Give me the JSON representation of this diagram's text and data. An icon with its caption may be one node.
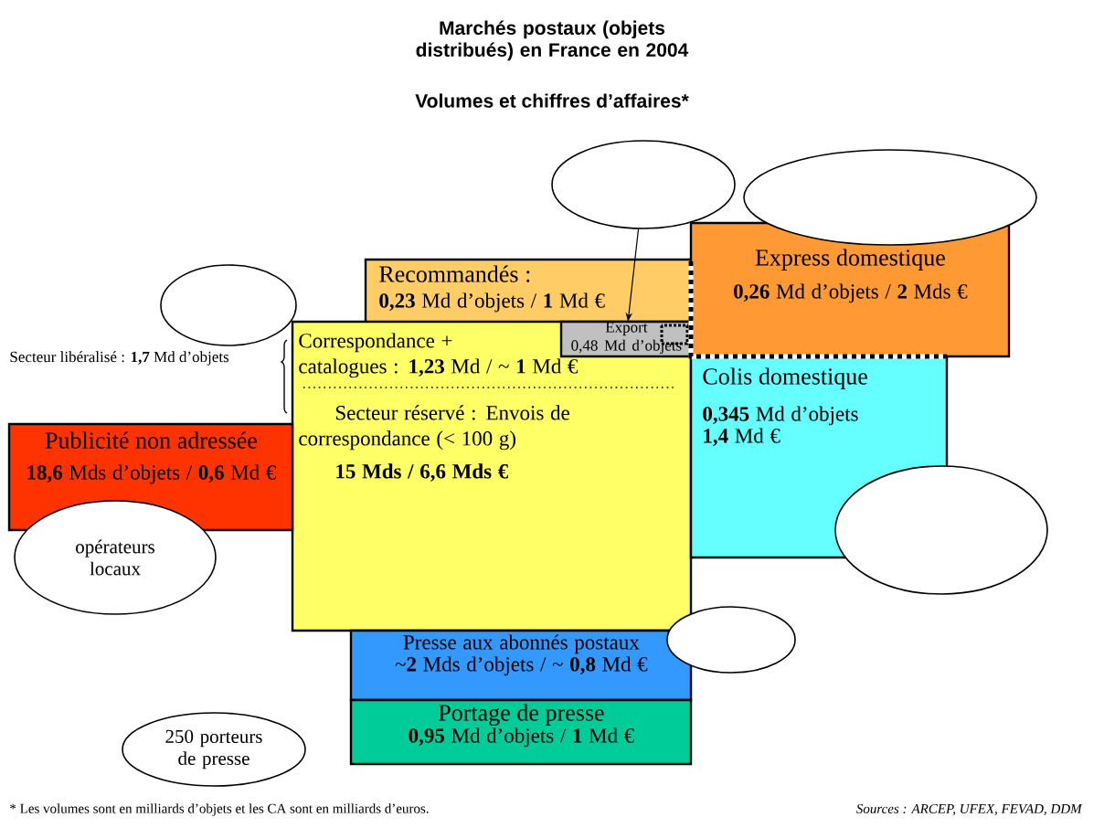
{
  "diagram": {
    "title": "Marchés postaux (objets distribués) en France en 2004",
    "nodes": [
      {
        "text": [
          "Recommandés :",
          "**0,23** Md d’objets / **1** Md €"
        ]
      },
      {
        "text": [
          "Express domestique",
          "**0,26** Md d’objets / **2** Mds €"
        ]
      },
      {
        "text": [
          "Export",
          "0,48 Md d’objets"
        ],
        "in": 3
      },
      {
        "text": [
          "Correspondance + catalogues : **1,23** Md  / ~ **1** Md €",
          "Secteur réservé : Envois de correspondance (< 100 g)",
          "15 Mds / 6,6 Mds €"
        ]
      },
      {
        "text": [
          "Colis domestique",
          "**0,345** Md d’objets",
          "**1,4** Md €"
        ]
      },
      {
        "text": [
          "Publicité non adressée",
          "**18,6** Mds d’objets / **0,6** Md €"
        ]
      },
      {
        "text": [
          "Presse aux abonnés postaux",
          "~**2** Mds d’objets / ~ **0,8** Md €"
        ]
      },
      {
        "text": [
          "Portage de presse",
          "**0,95** Md d’objets / **1** Md €"
        ]
      },
      {
        "text": [],
        "shape": "ellipse"
      },
      {
        "text": [],
        "shape": "ellipse"
      },
      {
        "text": [],
        "shape": "ellipse"
      },
      {
        "text": [
          "opérateurs locaux"
        ]
      },
      {
        "text": [],
        "shape": "ellipse"
      },
      {
        "text": [],
        "shape": "ellipse"
      },
      {
        "text": [
          "250 porteurs de presse"
        ]
      }
    ],
    "edges": [
      {
        "from": 8,
        "to": 2,
        "arrow": "to"
      }
    ],
    "labels": [
      "Volumes et chiffres d’affaires*",
      "Secteur libéralisé : **1,7** Md d’objets",
      "* Les volumes sont en milliards d’objets et les CA sont en milliards d’euros.",
      "Sources : ARCEP, UFEX, FEVAD, DDM"
    ]
  }
}
